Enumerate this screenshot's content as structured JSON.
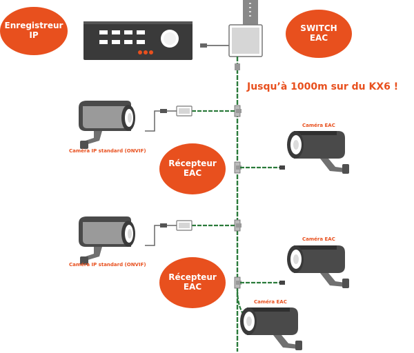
{
  "colors": {
    "accent": "#e8501e",
    "cable": "#2a7a3a",
    "cable_light": "#4fae5c",
    "device_dark": "#3a3a3a",
    "device_grey": "#6d6d6d",
    "box_grey": "#d6d6d6",
    "text_white": "#ffffff"
  },
  "bubbles": {
    "recorder": {
      "line1": "Enregistreur",
      "line2": "IP"
    },
    "switch": {
      "line1": "SWITCH",
      "line2": "EAC"
    },
    "receiver_1": {
      "line1": "Récepteur",
      "line2": "EAC"
    },
    "receiver_2": {
      "line1": "Récepteur",
      "line2": "EAC"
    }
  },
  "headline": "Jusqu’à 1000m sur du KX6 !",
  "cameras": {
    "ip_1": {
      "caption": "Caméra IP standard (ONVIF)",
      "icon": "bullet-camera-icon"
    },
    "ip_2": {
      "caption": "Caméra IP standard (ONVIF)",
      "icon": "bullet-camera-icon"
    },
    "eac_1": {
      "caption": "Caméra EAC",
      "icon": "bullet-camera-icon"
    },
    "eac_2": {
      "caption": "Caméra EAC",
      "icon": "bullet-camera-icon"
    },
    "eac_3": {
      "caption": "Caméra EAC",
      "icon": "bullet-camera-icon"
    }
  },
  "devices": {
    "recorder_icon": "nvr-recorder-icon",
    "switch_icon": "switch-box-icon",
    "receiver_icon": "receiver-box-icon",
    "tee_icon": "cable-tee-connector-icon"
  }
}
